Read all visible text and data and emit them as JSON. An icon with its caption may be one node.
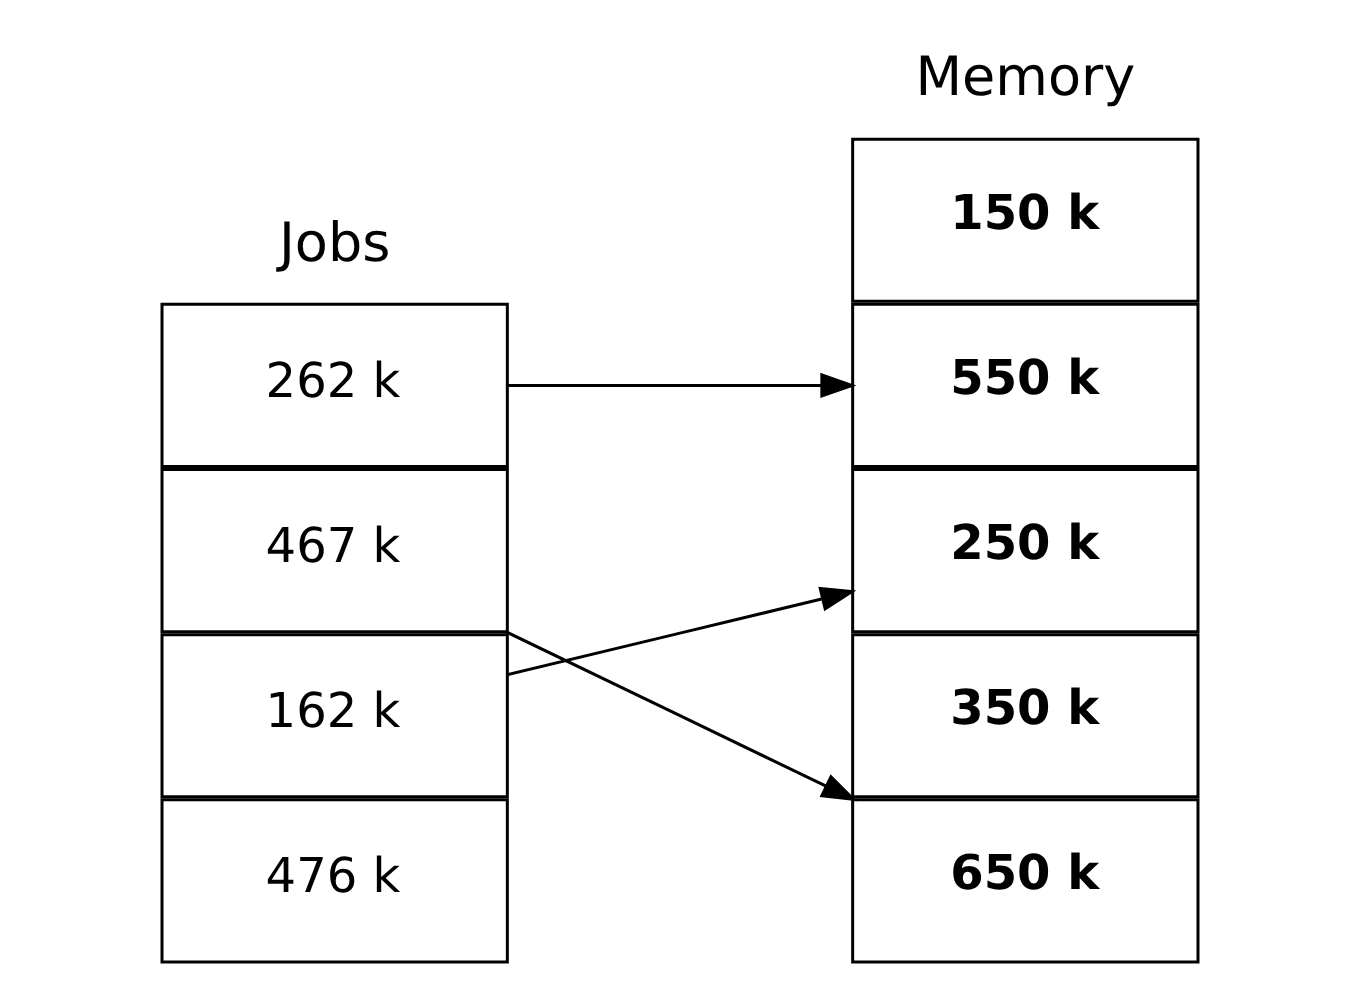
{
  "diagram": {
    "nodes": [
      {
        "text": [
          "262 k"
        ]
      },
      {
        "text": [
          "467 k"
        ]
      },
      {
        "text": [
          "162 k"
        ]
      },
      {
        "text": [
          "476 k"
        ]
      },
      {
        "text": [
          "150 k"
        ]
      },
      {
        "text": [
          "550 k"
        ]
      },
      {
        "text": [
          "250 k"
        ]
      },
      {
        "text": [
          "350 k"
        ]
      },
      {
        "text": [
          "650 k"
        ]
      }
    ],
    "edges": [
      {
        "from": 0,
        "to": 5,
        "arrow": "to"
      },
      {
        "from": 2,
        "to": 6,
        "arrow": "to"
      },
      {
        "from": 1,
        "to": 8,
        "arrow": "to"
      }
    ],
    "labels": [
      "Jobs",
      "Memory"
    ]
  }
}
